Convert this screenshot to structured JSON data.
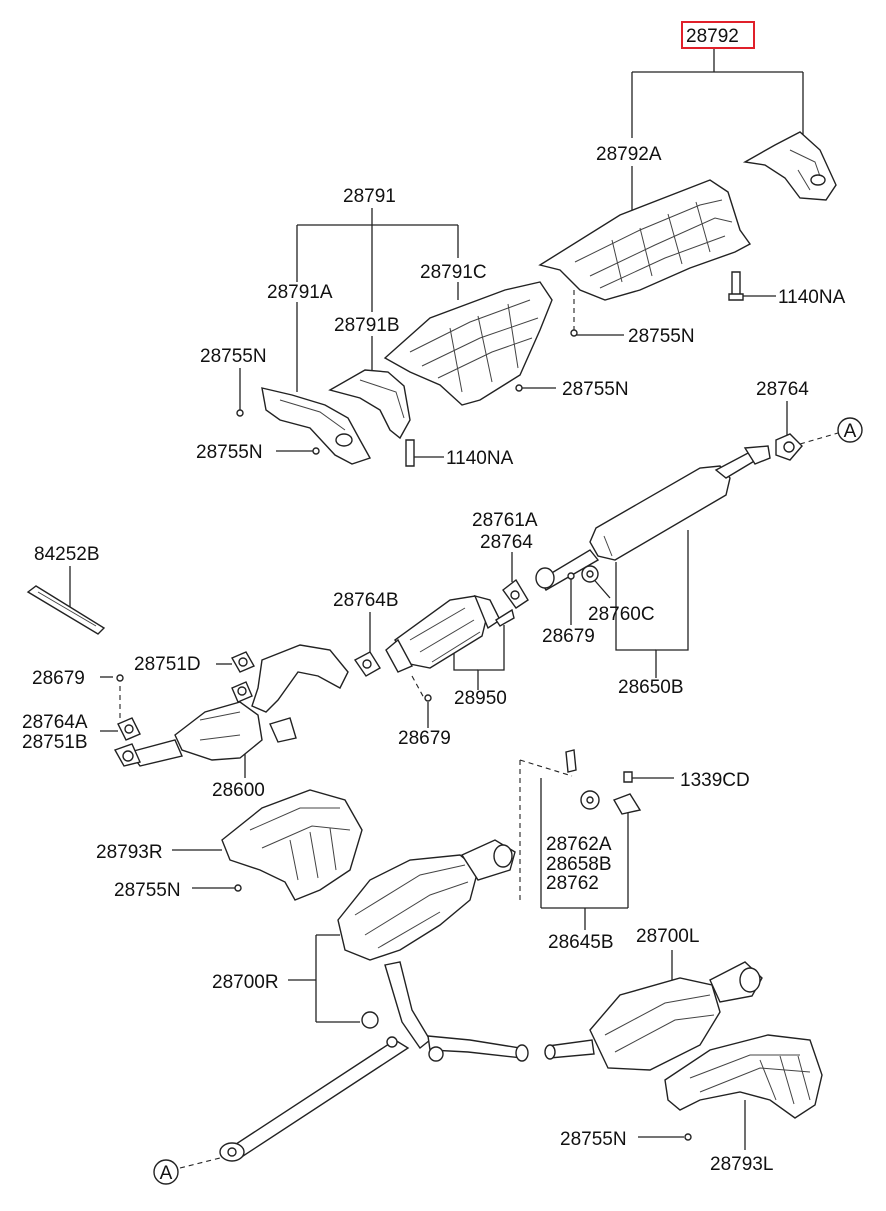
{
  "highlight_color": "#e0202a",
  "labels": {
    "p28792": "28792",
    "p28792A": "28792A",
    "p1140NA_top": "1140NA",
    "p28755N_a": "28755N",
    "p28791": "28791",
    "p28791A": "28791A",
    "p28791B": "28791B",
    "p28791C": "28791C",
    "p28755N_b": "28755N",
    "p28755N_c": "28755N",
    "p28755N_d": "28755N",
    "p1140NA_mid": "1140NA",
    "p28764_top": "28764",
    "refA_top": "A",
    "p84252B": "84252B",
    "p28761A": "28761A",
    "p28764_mid": "28764",
    "p28764B": "28764B",
    "p28679_a": "28679",
    "p28760C": "28760C",
    "p28751D": "28751D",
    "p28679_b": "28679",
    "p28950": "28950",
    "p28650B": "28650B",
    "p28764A": "28764A",
    "p28751B": "28751B",
    "p28679_c": "28679",
    "p28600": "28600",
    "p1339CD": "1339CD",
    "p28793R": "28793R",
    "p28762A": "28762A",
    "p28658B": "28658B",
    "p28762": "28762",
    "p28755N_e": "28755N",
    "p28645B": "28645B",
    "p28700L": "28700L",
    "p28700R": "28700R",
    "p28755N_f": "28755N",
    "p28793L": "28793L",
    "refA_bottom": "A"
  }
}
